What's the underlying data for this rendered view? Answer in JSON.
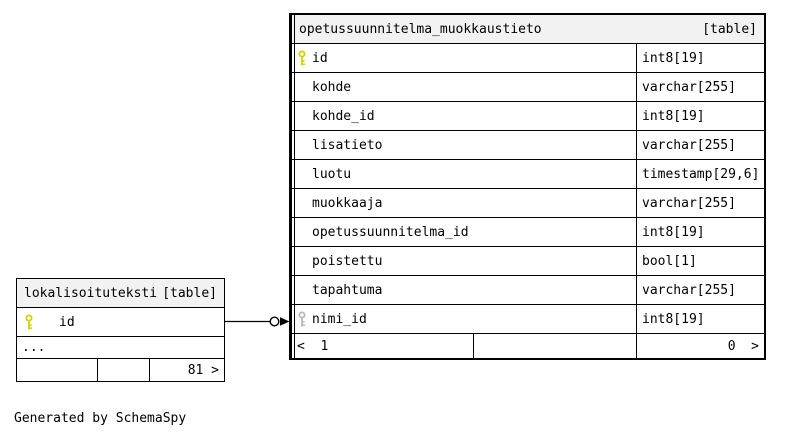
{
  "page": {
    "generated_by": "Generated by SchemaSpy"
  },
  "colors": {
    "header_bg": "#f2f2f2",
    "row_bg": "#ffffff",
    "border": "#000000",
    "primary_key_icon": "#d1d100",
    "secondary_key_icon": "#b8b8b8"
  },
  "main_table": {
    "name": "opetussuunnitelma_muokkaustieto",
    "tag": "[table]",
    "columns": [
      {
        "name": "id",
        "type": "int8[19]",
        "key": "primary"
      },
      {
        "name": "kohde",
        "type": "varchar[255]",
        "key": "none"
      },
      {
        "name": "kohde_id",
        "type": "int8[19]",
        "key": "none"
      },
      {
        "name": "lisatieto",
        "type": "varchar[255]",
        "key": "none"
      },
      {
        "name": "luotu",
        "type": "timestamp[29,6]",
        "key": "none"
      },
      {
        "name": "muokkaaja",
        "type": "varchar[255]",
        "key": "none"
      },
      {
        "name": "opetussuunnitelma_id",
        "type": "int8[19]",
        "key": "none"
      },
      {
        "name": "poistettu",
        "type": "bool[1]",
        "key": "none"
      },
      {
        "name": "tapahtuma",
        "type": "varchar[255]",
        "key": "none"
      },
      {
        "name": "nimi_id",
        "type": "int8[19]",
        "key": "secondary"
      }
    ],
    "footer": {
      "left": "<  1",
      "middle": "",
      "right": "0  >"
    }
  },
  "related_table": {
    "name": "lokalisoituteksti",
    "tag": "[table]",
    "columns": [
      {
        "name": "id",
        "key": "primary"
      }
    ],
    "ellipsis": "...",
    "footer": {
      "left": "",
      "middle": "",
      "right": "81 >"
    }
  },
  "relationship": {
    "from_table": "lokalisoituteksti",
    "from_column": "id",
    "to_table": "opetussuunnitelma_muokkaustieto",
    "to_column": "nimi_id"
  }
}
